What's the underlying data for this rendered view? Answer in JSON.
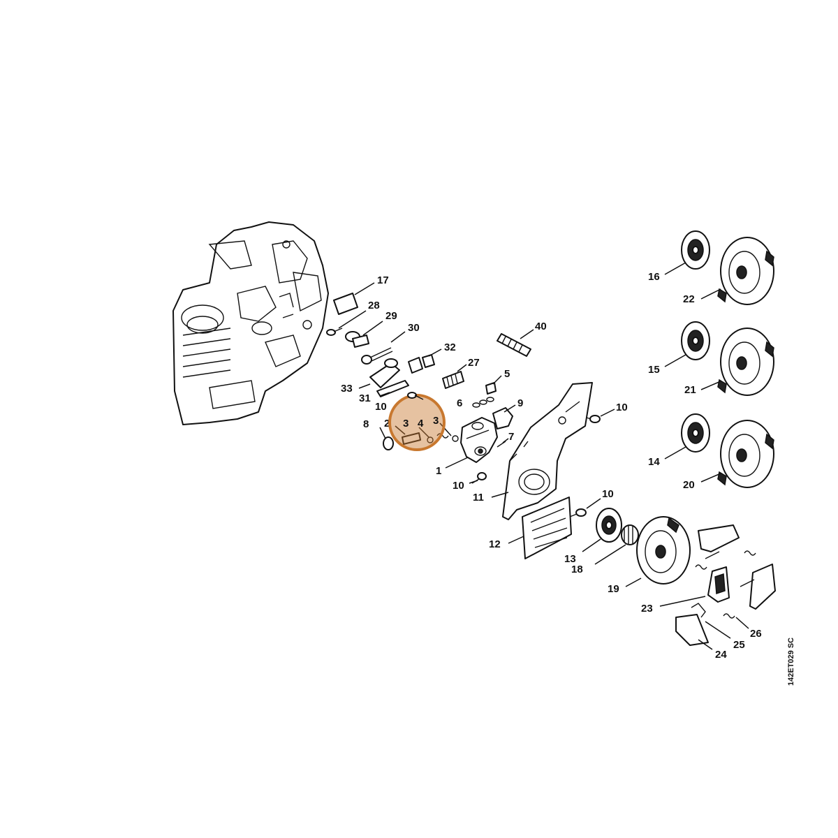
{
  "drawing_code": "142ET029 SC",
  "highlight_color": "#c8782f",
  "callouts": {
    "c1": "1",
    "c2": "2",
    "c3a": "3",
    "c3b": "3",
    "c4": "4",
    "c5": "5",
    "c6": "6",
    "c7": "7",
    "c8": "8",
    "c9": "9",
    "c10a": "10",
    "c10b": "10",
    "c10c": "10",
    "c10d": "10",
    "c11": "11",
    "c12": "12",
    "c13": "13",
    "c14": "14",
    "c15": "15",
    "c16": "16",
    "c17": "17",
    "c18": "18",
    "c19": "19",
    "c20": "20",
    "c21": "21",
    "c22": "22",
    "c23": "23",
    "c24": "24",
    "c25": "25",
    "c26": "26",
    "c27": "27",
    "c28": "28",
    "c29": "29",
    "c30": "30",
    "c31": "31",
    "c32": "32",
    "c33": "33",
    "c40": "40"
  }
}
